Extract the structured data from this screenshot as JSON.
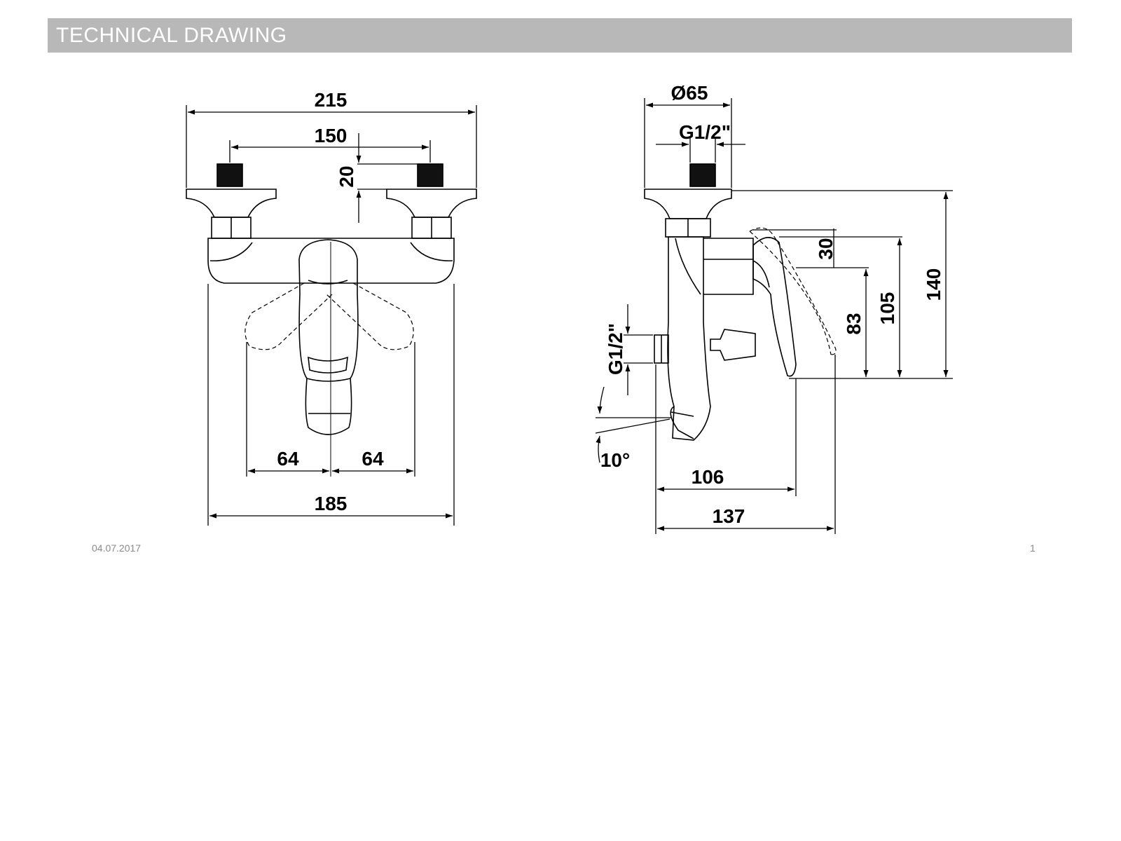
{
  "header": {
    "title": "TECHNICAL DRAWING"
  },
  "front_view": {
    "dim_overall_width": "215",
    "dim_inlet_spacing": "150",
    "dim_inlet_height": "20",
    "dim_lever_left": "64",
    "dim_lever_right": "64",
    "dim_body_width": "185"
  },
  "side_view": {
    "dim_rosette_diameter": "Ø65",
    "dim_inlet_thread": "G1/2\"",
    "dim_outlet_thread": "G1/2\"",
    "dim_lever_top": "30",
    "dim_height_83": "83",
    "dim_height_105": "105",
    "dim_height_140": "140",
    "dim_angle": "10°",
    "dim_depth_106": "106",
    "dim_depth_137": "137"
  },
  "footer": {
    "date": "04.07.2017",
    "page": "1"
  }
}
